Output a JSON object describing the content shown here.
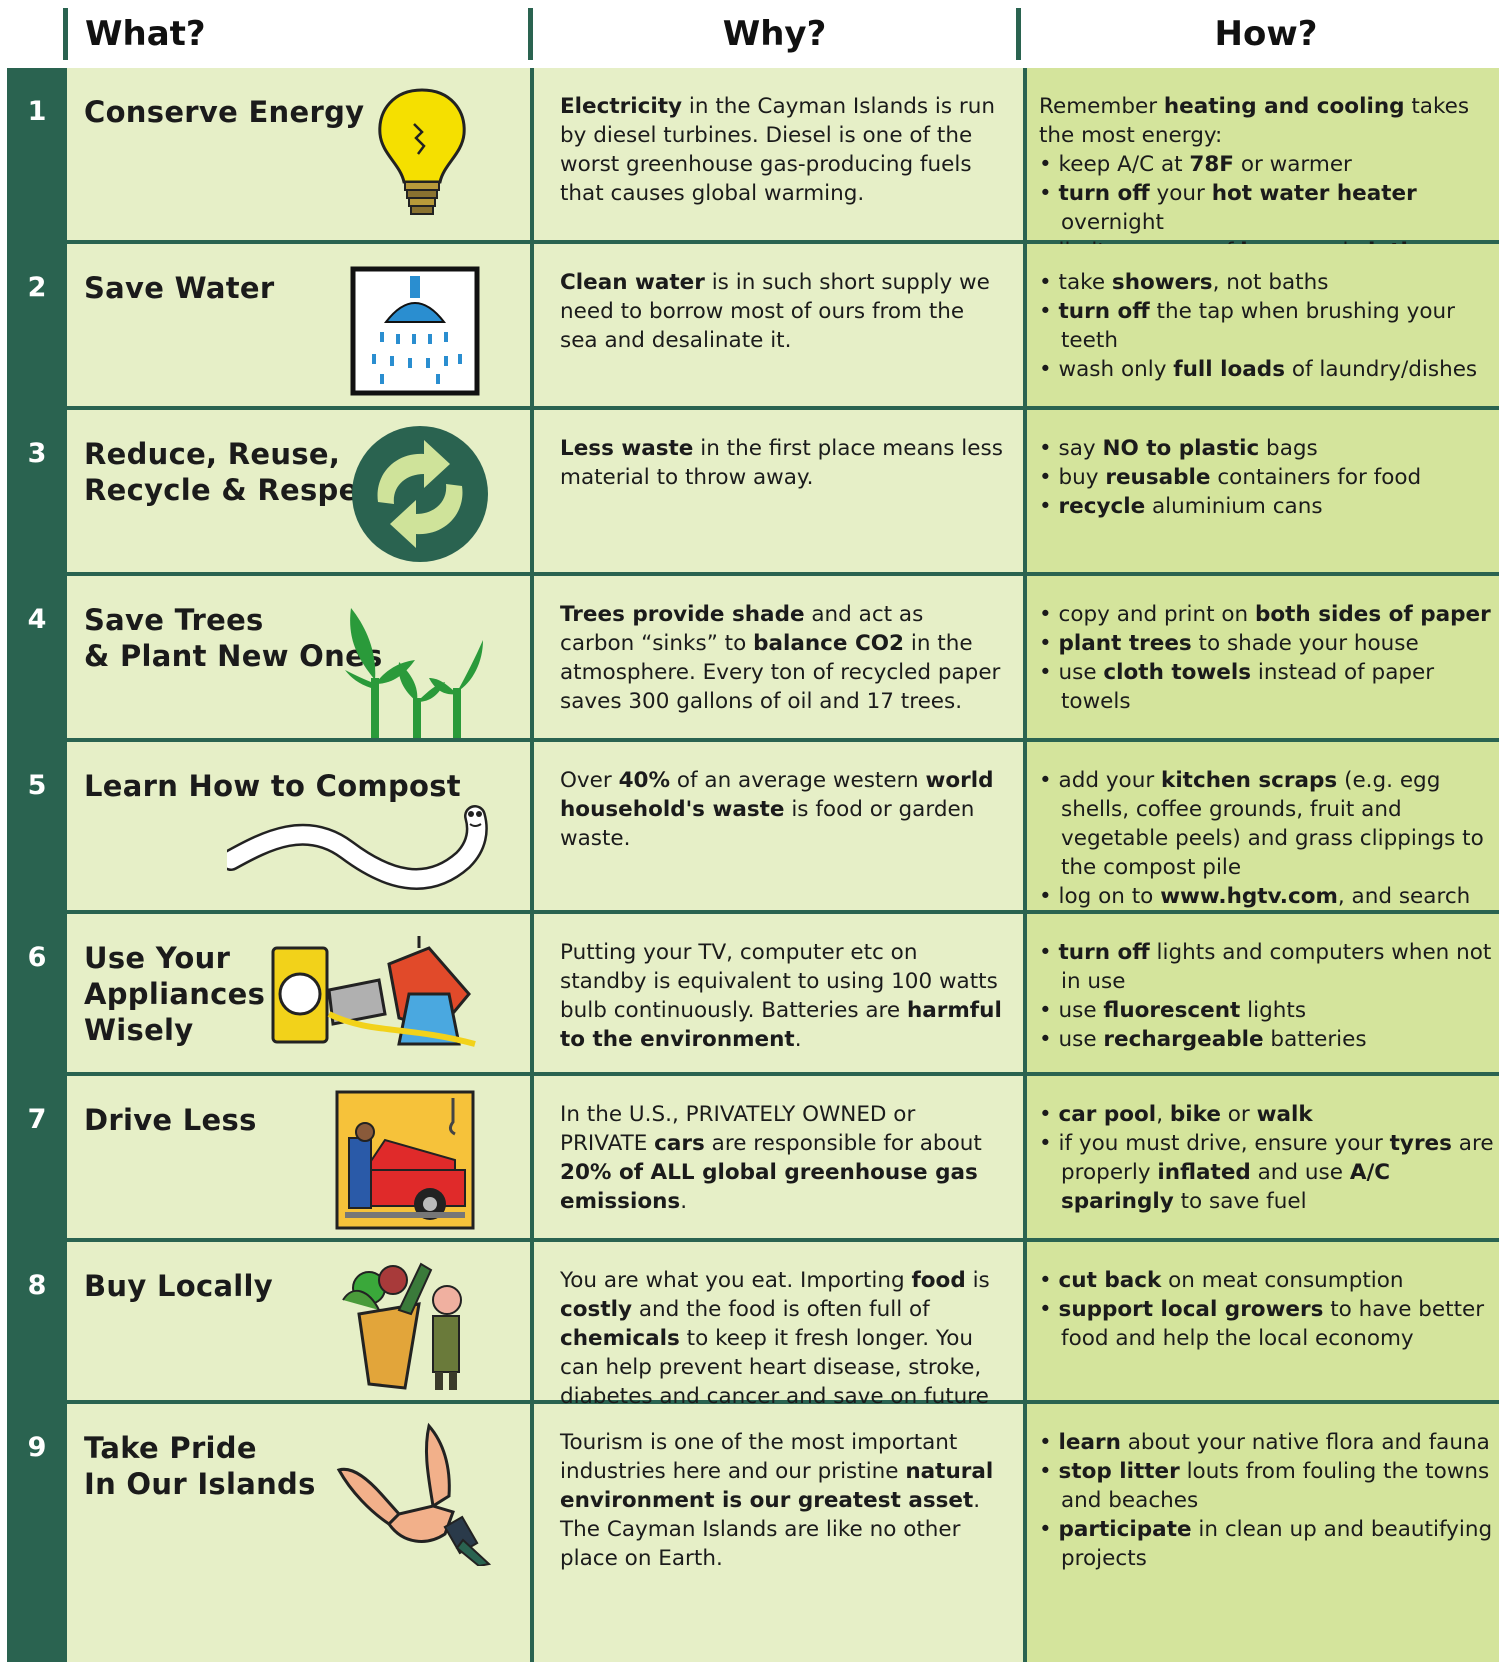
{
  "headers": {
    "what": "What?",
    "why": "Why?",
    "how": "How?"
  },
  "rows": [
    {
      "num": "1",
      "what_lines": [
        "Conserve Energy"
      ],
      "icon": "lightbulb-icon",
      "why_html": "<b>Electricity</b> in the Cayman Islands is run by diesel turbines. Diesel is one of the worst greenhouse gas-producing fuels that causes global warming.",
      "how_intro_html": "Remember <b>heating and cooling</b> takes the most energy:",
      "how_bullets_html": [
        "keep A/C at <b>78F</b> or warmer",
        "<b>turn off</b> your <b>hot water heater</b> overnight",
        "limit your use of <b>irons</b> and <b>clothes dryers</b>"
      ]
    },
    {
      "num": "2",
      "what_lines": [
        "Save Water"
      ],
      "icon": "shower-icon",
      "why_html": "<b>Clean water</b> is in such short supply we need to borrow most of ours from the sea and desalinate it.",
      "how_intro_html": "",
      "how_bullets_html": [
        "take <b>showers</b>, not baths",
        "<b>turn off</b> the tap when brushing your teeth",
        "wash only <b>full loads</b> of laundry/dishes"
      ]
    },
    {
      "num": "3",
      "what_lines": [
        "Reduce, Reuse,",
        "Recycle & Respect"
      ],
      "icon": "recycle-icon",
      "why_html": "<b>Less waste</b> in the first place means less material to throw away.",
      "how_intro_html": "",
      "how_bullets_html": [
        "say <b>NO to plastic</b> bags",
        "buy <b>reusable</b> containers for food",
        "<b>recycle</b> aluminium cans"
      ]
    },
    {
      "num": "4",
      "what_lines": [
        "Save Trees",
        "& Plant New Ones"
      ],
      "icon": "sprouts-icon",
      "why_html": "<b>Trees provide shade</b> and act as carbon “sinks” to <b>balance CO2</b> in the atmosphere. Every ton of recycled paper saves 300 gallons of oil and 17 trees.",
      "how_intro_html": "",
      "how_bullets_html": [
        "copy and print on <b>both sides of paper</b>",
        "<b>plant trees</b> to shade your house",
        "use <b>cloth towels</b> instead of paper towels"
      ]
    },
    {
      "num": "5",
      "what_lines": [
        "Learn How to Compost"
      ],
      "icon": "worm-icon",
      "why_html": "Over <b>40%</b> of an average western <b>world household's waste</b> is food or garden waste.",
      "how_intro_html": "",
      "how_bullets_html": [
        "add your <b>kitchen scraps</b> (e.g. egg shells, coffee grounds, fruit and vegetable peels) and grass clippings to the compost pile",
        "log on to <b>www.hgtv.com</b>, and search \"<b>compost</b>\" for more info"
      ]
    },
    {
      "num": "6",
      "what_lines": [
        "Use Your",
        "Appliances",
        "Wisely"
      ],
      "icon": "plug-icon",
      "why_html": "Putting your TV, computer etc on standby is equivalent to using 100 watts bulb continuously. Batteries are <b>harmful to the environment</b>.",
      "how_intro_html": "",
      "how_bullets_html": [
        "<b>turn off</b> lights and computers when not in use",
        "use <b>fluorescent</b> lights",
        "use <b>rechargeable</b> batteries"
      ]
    },
    {
      "num": "7",
      "what_lines": [
        "Drive Less"
      ],
      "icon": "car-repair-icon",
      "why_html": "In the U.S., PRIVATELY OWNED or PRIVATE <b>cars</b> are responsible for about <b>20% of ALL global greenhouse gas emissions</b>.",
      "how_intro_html": "",
      "how_bullets_html": [
        "<b>car pool</b>, <b>bike</b> or <b>walk</b>",
        "if you must drive, ensure your <b>tyres</b> are properly <b>inflated</b> and use <b>A/C sparingly</b> to save fuel"
      ]
    },
    {
      "num": "8",
      "what_lines": [
        "Buy Locally"
      ],
      "icon": "grocery-bag-icon",
      "why_html": "You are what you eat. Importing <b>food</b> is <b>costly</b> and the food is often full of <b>chemicals</b> to keep it fresh longer. You can help prevent heart disease, stroke, diabetes and cancer and save on future medical costs.",
      "how_intro_html": "",
      "how_bullets_html": [
        "<b>cut back</b> on meat consumption",
        "<b>support local growers</b> to have better food and help the local economy"
      ]
    },
    {
      "num": "9",
      "what_lines": [
        "Take Pride",
        "In Our Islands"
      ],
      "icon": "clapping-hands-icon",
      "why_html": "Tourism is one of the most important industries here and our pristine <b>natural environment is our greatest asset</b>. The Cayman Islands are like no other place on Earth.",
      "how_intro_html": "",
      "how_bullets_html": [
        "<b>learn</b> about your native flora and fauna",
        "<b>stop litter</b> louts from fouling the towns and beaches",
        "<b>participate</b> in clean up and beautifying projects"
      ]
    }
  ],
  "colors": {
    "frame": "#2a6350",
    "cell_light": "#e6efc7",
    "cell_how": "#d4e49c"
  }
}
